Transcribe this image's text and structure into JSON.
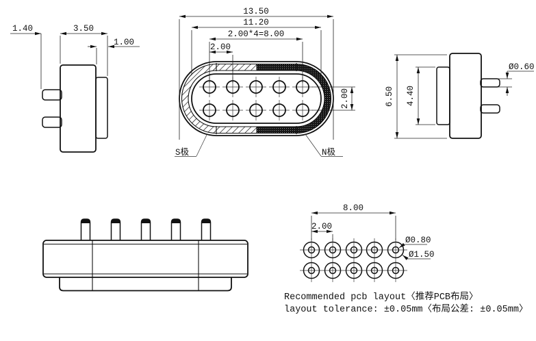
{
  "drawing": {
    "left_side_view": {
      "dims": {
        "pin_length": "1.40",
        "total_depth": "3.50",
        "flange_depth": "1.00"
      }
    },
    "top_view": {
      "dims": {
        "overall_length": "13.50",
        "cavity_length": "11.20",
        "pin_span": "2.00*4=8.00",
        "pin_pitch": "2.00",
        "row_pitch": "2.00"
      },
      "labels": {
        "s_pole": "S极",
        "n_pole": "N极"
      }
    },
    "right_side_view": {
      "dims": {
        "overall_height": "6.50",
        "flange_height": "4.40",
        "pin_diameter": "Ø0.60"
      }
    },
    "pcb_layout": {
      "dims": {
        "pad_span": "8.00",
        "pad_pitch": "2.00",
        "hole_diameter": "Ø0.80",
        "pad_diameter": "Ø1.50"
      },
      "note_line1": "Recommended pcb layout〈推荐PCB布局〉",
      "note_line2": "layout tolerance: ±0.05mm〈布局公差: ±0.05mm〉"
    },
    "colors": {
      "line": "#111111",
      "background": "#ffffff"
    }
  }
}
